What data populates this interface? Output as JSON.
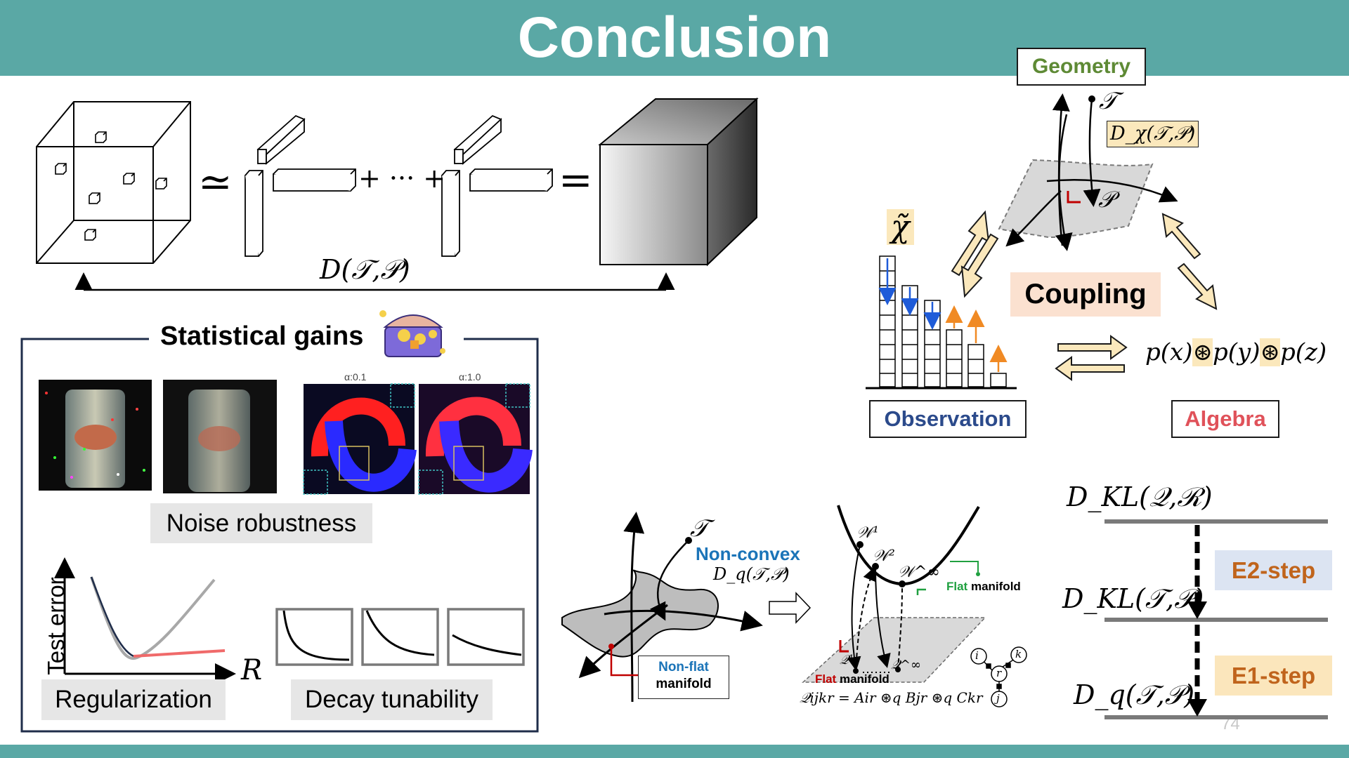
{
  "slide": {
    "title": "Conclusion",
    "page_number": "74"
  },
  "top_equation": {
    "approx_symbol": "≃",
    "plus_dots": "+ ··· +",
    "equals_symbol": "=",
    "distance_label": "D(𝒯,𝒫)"
  },
  "statistical_gains": {
    "title": "Statistical gains",
    "alpha_labels": [
      "α:0.1",
      "α:1.0"
    ],
    "noise_caption": "Noise robustness",
    "test_error_label": "Test error",
    "r_label": "R",
    "regularization_caption": "Regularization",
    "decay_caption": "Decay tunability"
  },
  "coupling_diagram": {
    "geometry_label": "Geometry",
    "t_label": "𝒯",
    "p_label": "𝒫",
    "d_chi_label": "D_χ(𝒯,𝒫)",
    "chi_tilde_label": "χ̃",
    "coupling_label": "Coupling",
    "observation_label": "Observation",
    "algebra_label": "Algebra",
    "product_formula": [
      "p(x)",
      "⊛",
      "p(y)",
      "⊛",
      "p(z)"
    ]
  },
  "manifolds": {
    "t_label": "𝒯",
    "non_convex_label": "Non-convex",
    "dq_label": "D_q(𝒯,𝒫)",
    "non_flat_label_1": "Non-flat",
    "non_flat_label_2": "manifold",
    "w_labels": [
      "𝒲¹",
      "𝒲²",
      "𝒲^∞"
    ],
    "flat_word": "Flat",
    "manifold_word": "manifold",
    "q_labels": [
      "𝒬¹",
      "𝒬^∞"
    ],
    "tensor_formula": "𝒬ijkr = Air ⊛q Bjr ⊛q Ckr",
    "node_labels": [
      "i",
      "k",
      "r",
      "j"
    ]
  },
  "em_steps": {
    "dkl_qr": "D_KL(𝒬,ℛ)",
    "dkl_tp": "D_KL(𝒯,𝒫)",
    "dq_tp": "D_q(𝒯,𝒫)",
    "e2_label": "E2-step",
    "e1_label": "E1-step"
  },
  "colors": {
    "teal": "#5aa8a5",
    "geometry_green": "#5e8a35",
    "observation_blue": "#2b4a8b",
    "algebra_red": "#e0525a",
    "coupling_bg": "#fbe1d0",
    "e2_bg": "#dce4f2",
    "e1_bg": "#fbe6bc",
    "step_orange": "#c0641c",
    "nonconvex_blue": "#1b74b8",
    "flat_green": "#20a040",
    "flat_red": "#c00000"
  }
}
